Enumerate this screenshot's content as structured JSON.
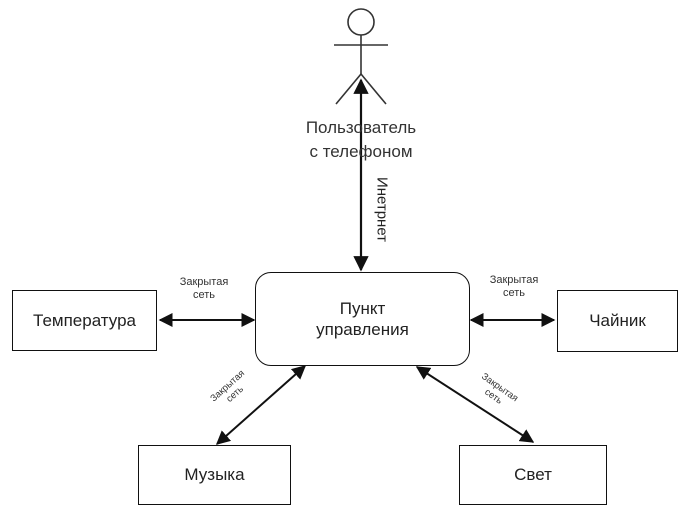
{
  "user": {
    "line1": "Пользователь",
    "line2": "с телефоном"
  },
  "internet_label": "Инетрнет",
  "center": {
    "line1": "Пункт",
    "line2": "управления"
  },
  "devices": {
    "temperature": "Температура",
    "kettle": "Чайник",
    "music": "Музыка",
    "light": "Свет"
  },
  "links": {
    "temperature": {
      "line1": "Закрытая",
      "line2": "сеть"
    },
    "kettle": {
      "line1": "Закрытая",
      "line2": "сеть"
    },
    "music": {
      "line1": "Закрытая",
      "line2": "сеть"
    },
    "light": {
      "line1": "Закрытая",
      "line2": "сеть"
    }
  }
}
